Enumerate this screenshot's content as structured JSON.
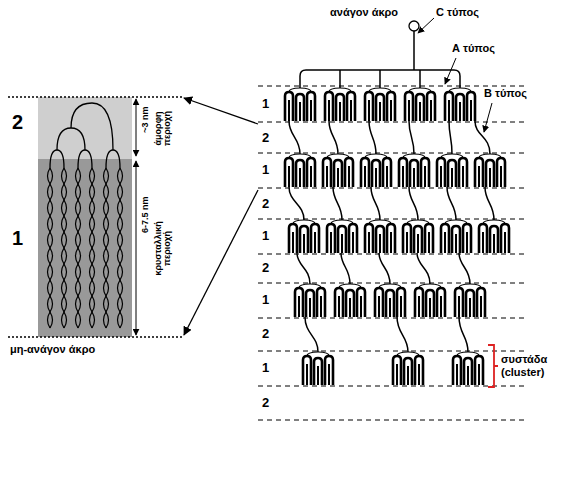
{
  "diagram": {
    "labels": [
      "2",
      "1",
      "~3 nm",
      "άμορφη περιοχή",
      "6-7.5 nm",
      "κρυσταλλική περιοχή",
      "μη-ανάγον άκρο",
      "ανάγον άκρο",
      "C τύπος",
      "Α τύπος",
      "Β τύπος",
      "1",
      "2",
      "1",
      "2",
      "1",
      "2",
      "1",
      "2",
      "1",
      "2",
      "συστάδα (cluster)"
    ]
  }
}
